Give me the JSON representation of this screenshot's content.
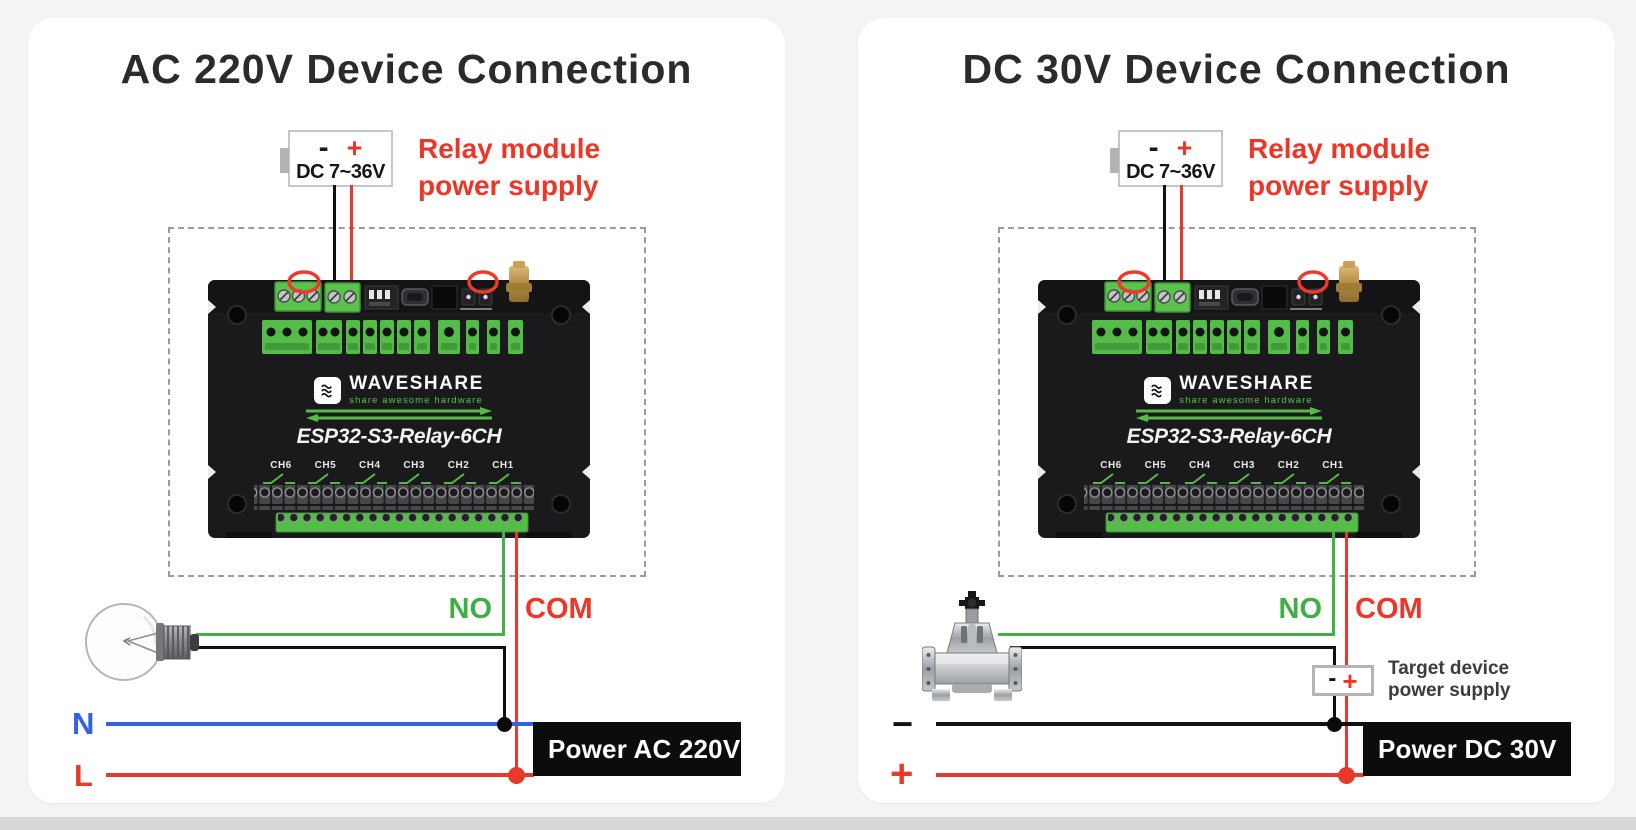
{
  "panels": {
    "left": {
      "title": "AC 220V Device Connection",
      "power_adapter": {
        "minus_sign": "-",
        "plus_sign": "+",
        "voltage": "DC 7~36V"
      },
      "annotation": {
        "line1": "Relay module",
        "line2": "power supply"
      },
      "module": {
        "brand": "WAVESHARE",
        "tagline": "share awesome hardware",
        "model": "ESP32-S3-Relay-6CH",
        "channels": [
          "CH6",
          "CH5",
          "CH4",
          "CH3",
          "CH2",
          "CH1"
        ]
      },
      "terminals": {
        "no": "NO",
        "com": "COM"
      },
      "rails": {
        "top_label": "N",
        "bottom_label": "L"
      },
      "power_tag": "Power AC 220V"
    },
    "right": {
      "title": "DC 30V Device Connection",
      "power_adapter": {
        "minus_sign": "-",
        "plus_sign": "+",
        "voltage": "DC 7~36V"
      },
      "annotation": {
        "line1": "Relay module",
        "line2": "power supply"
      },
      "module": {
        "brand": "WAVESHARE",
        "tagline": "share awesome hardware",
        "model": "ESP32-S3-Relay-6CH",
        "channels": [
          "CH6",
          "CH5",
          "CH4",
          "CH3",
          "CH2",
          "CH1"
        ]
      },
      "terminals": {
        "no": "NO",
        "com": "COM"
      },
      "rails": {
        "top_label": "−",
        "bottom_label": "+"
      },
      "target_device": {
        "minus_sign": "-",
        "plus_sign": "+",
        "caption_line1": "Target device",
        "caption_line2": "power supply"
      },
      "power_tag": "Power DC 30V"
    }
  },
  "colors": {
    "accent_red": "#ee3526",
    "wire_green": "#43b149",
    "wire_blue": "#2f62e9",
    "wire_black": "#111111",
    "power_tag_bg": "#0c0c0c",
    "module_green": "#54bd48"
  }
}
